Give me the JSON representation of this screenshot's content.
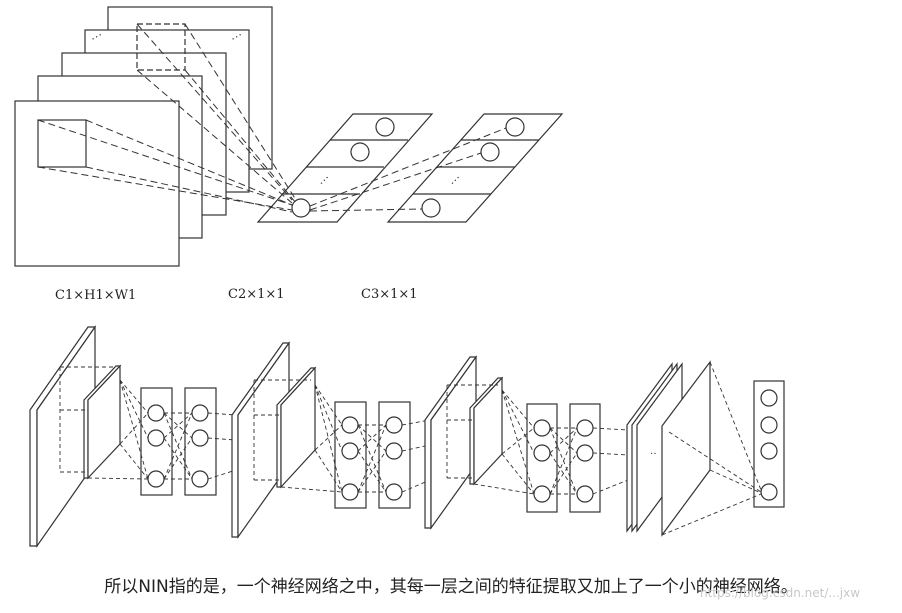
{
  "top_labels": {
    "input": "C1×H1×W1",
    "layer2": "C2×1×1",
    "layer3": "C3×1×1"
  },
  "caption": "所以NIN指的是，一个神经网络之中，其每一层之间的特征提取又加上了一个小的神经网络。",
  "watermark": "https://blog.csdn.net/...jxw"
}
